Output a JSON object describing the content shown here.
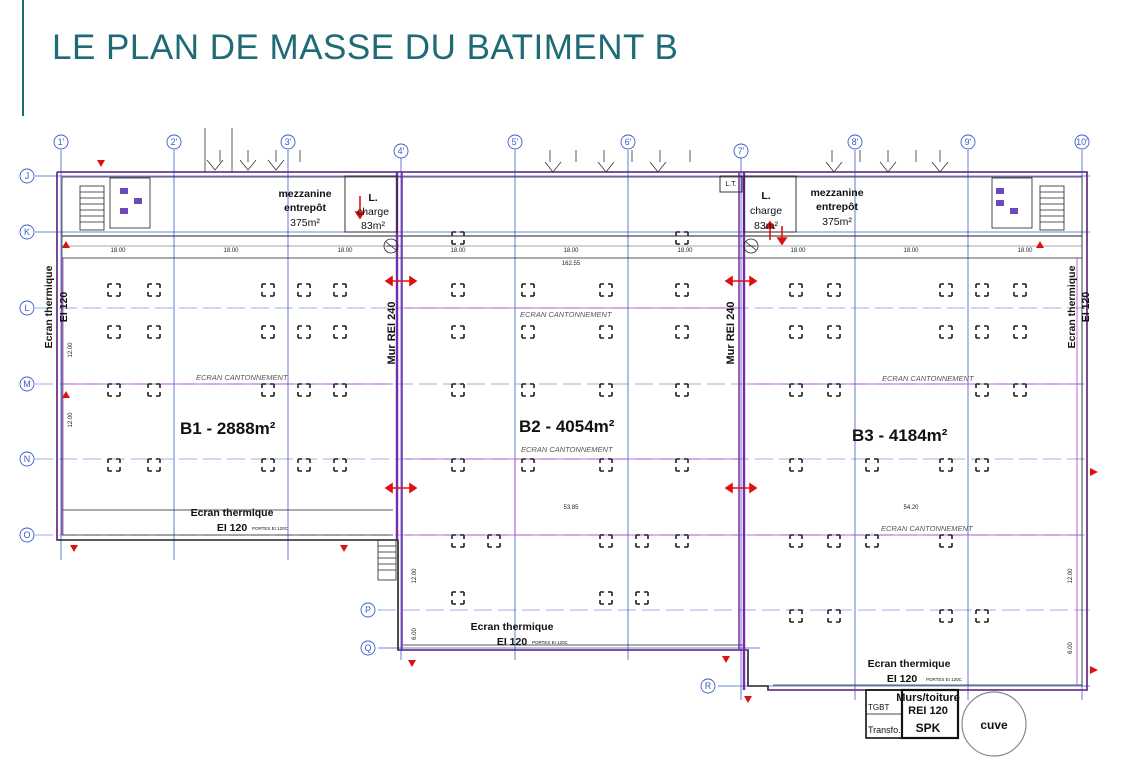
{
  "page": {
    "title": "LE PLAN DE MASSE DU BATIMENT B"
  },
  "colors": {
    "title": "#1f6b75",
    "axis": "#3a5cc8",
    "wall": "#7a2aa8",
    "screen": "#b03ad0",
    "marker": "#e01010",
    "line": "#222222"
  },
  "grid": {
    "columns": [
      "1'",
      "2'",
      "3'",
      "4'",
      "5'",
      "6'",
      "7'",
      "8'",
      "9'",
      "10'"
    ],
    "rows": [
      "J",
      "K",
      "L",
      "M",
      "N",
      "O",
      "P",
      "Q",
      "R"
    ]
  },
  "cells": [
    {
      "name": "B1",
      "label": "B1 - 2888m²"
    },
    {
      "name": "B2",
      "label": "B2 - 4054m²"
    },
    {
      "name": "B3",
      "label": "B3 - 4184m²"
    }
  ],
  "mezzanines": [
    {
      "line1": "mezzanine",
      "line2": "entrepôt",
      "line3": "375m²"
    },
    {
      "line1": "mezzanine",
      "line2": "entrepôt",
      "line3": "375m²"
    }
  ],
  "charge_rooms": [
    {
      "line1": "L.",
      "line2": "charge",
      "line3": "83m²"
    },
    {
      "line1": "L.",
      "line2": "charge",
      "line3": "83m²"
    }
  ],
  "walls": {
    "left": "Mur REI 240",
    "right": "Mur REI 240"
  },
  "screens": {
    "thermal_title": "Ecran thermique",
    "ei": "EI 120",
    "portes": "PORTES EI 120C",
    "cantonnement": "ECRAN CANTONNEMENT"
  },
  "dimensions": {
    "d1": "18.00",
    "d2": "162.55",
    "d3": "53.85",
    "d4": "54.20",
    "d5": "12.00",
    "d6": "6.00"
  },
  "technical": {
    "lt": "L.T.",
    "tgbt": "TGBT",
    "transfo": "Transfo.",
    "mur_toiture": "Murs/toiture",
    "rei": "REI 120",
    "spk": "SPK",
    "cuve": "cuve"
  }
}
